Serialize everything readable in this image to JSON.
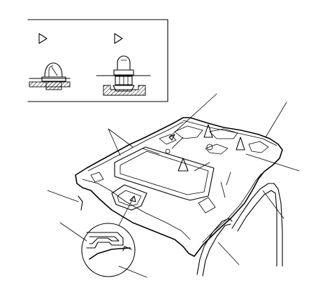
{
  "diagram": {
    "kind": "exploded-parts",
    "subject": "headliner-with-clips",
    "line_color": "#000000",
    "background_color": "#ffffff",
    "inset_clip_types": [
      {
        "id": "clip-a",
        "marker": "triangle-pointer"
      },
      {
        "id": "clip-b",
        "marker": "triangle-pointer"
      }
    ],
    "callout_count": 12,
    "has_detail_magnifier": true
  }
}
